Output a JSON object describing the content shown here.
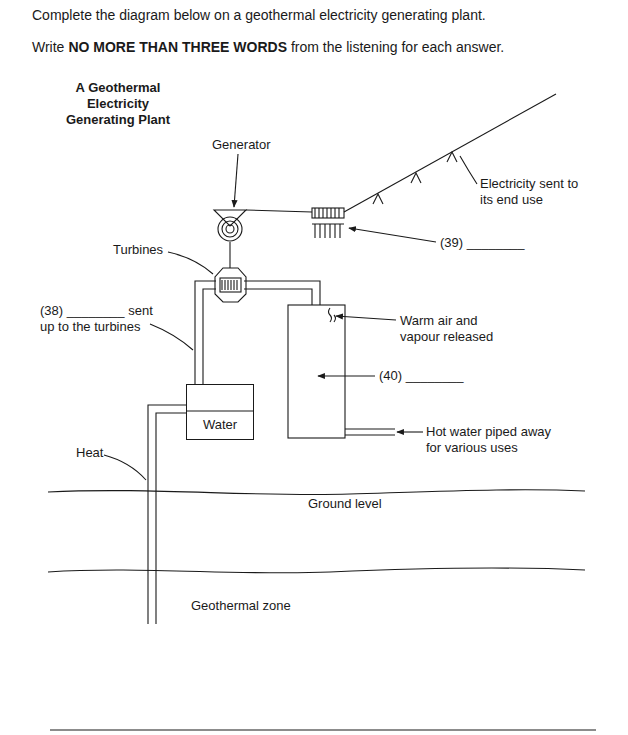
{
  "diagram": {
    "title": "A Geothermal Electricity Generating Plant",
    "nodes": [
      {
        "text": [
          "Water"
        ]
      }
    ],
    "labels": [
      "Complete the diagram below on a geothermal electricity generating plant.",
      "Write",
      "NO MORE THAN THREE WORDS",
      "from the listening for each answer.",
      "Generator",
      "Electricity sent to its end use",
      "Turbines",
      "(39) ________",
      "(38) ________ sent up to the turbines",
      "Warm air and vapour released",
      "(40) ________",
      "Hot water piped away for various uses",
      "Heat",
      "Ground level",
      "Geothermal zone"
    ]
  }
}
